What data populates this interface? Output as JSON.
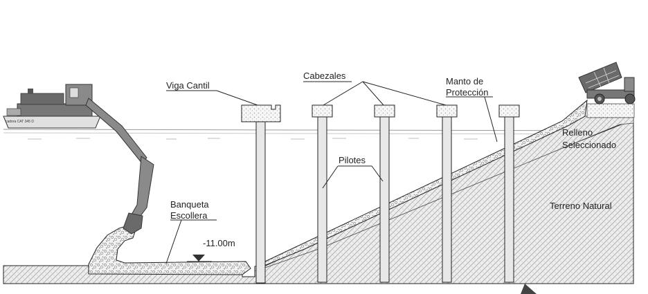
{
  "labels": {
    "viga_cantil": "Viga Cantil",
    "cabezales": "Cabezales",
    "manto_line1": "Manto de",
    "manto_line2": "Protección",
    "pilotes": "Pilotes",
    "banqueta_line1": "Banqueta",
    "banqueta_line2": "Escollera",
    "depth": "-11.00m",
    "relleno_line1": "Relleno",
    "relleno_line2": "Seleccionado",
    "terreno": "Terreno Natural",
    "barge_text": "cadora CAT 345 D"
  },
  "elements": {
    "pile_count": 5,
    "cap_count": 5
  },
  "colors": {
    "line": "#222222",
    "water": "#9a9a9a",
    "ground_fill": "#eeeeee",
    "hatch": "#9c9c9c",
    "rock": "#c4c4c4",
    "pile": "#e8e8e8",
    "cap": "#dddddd",
    "machine": "#5a5a5a"
  }
}
